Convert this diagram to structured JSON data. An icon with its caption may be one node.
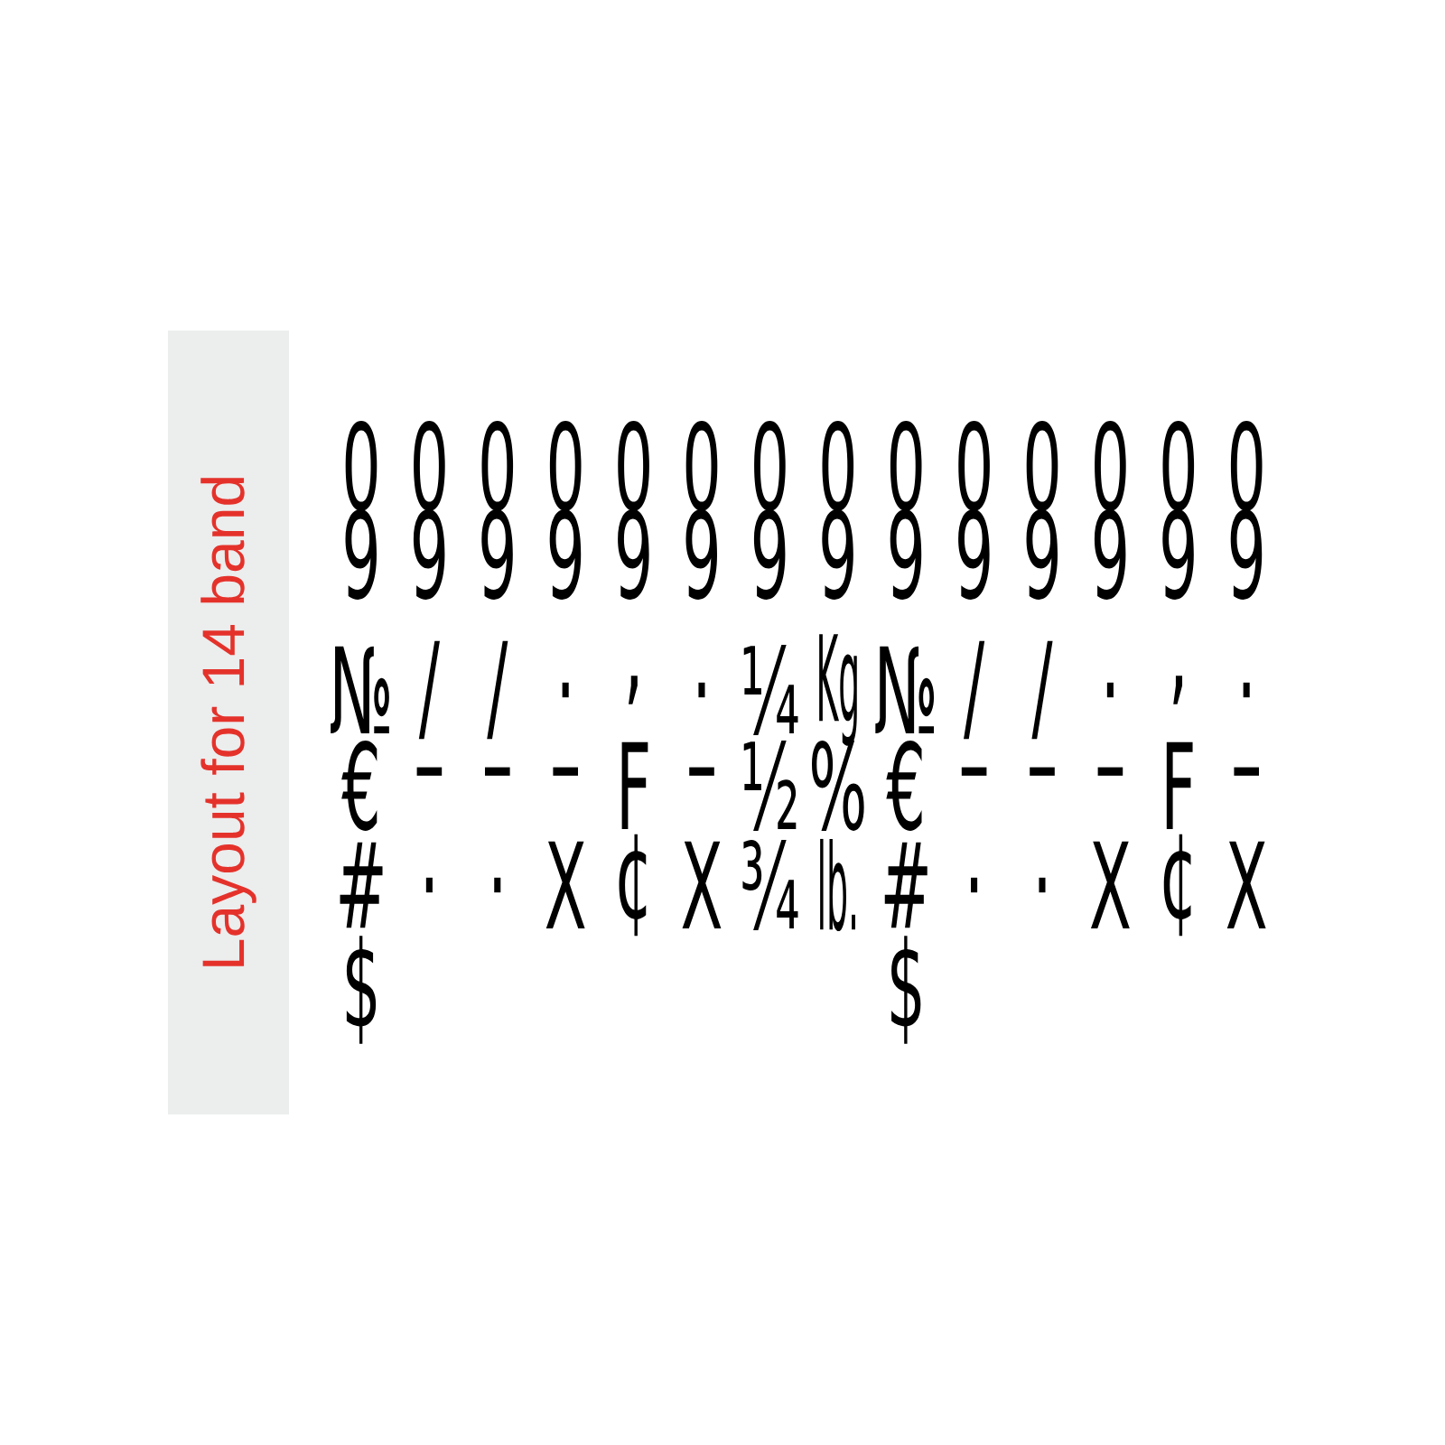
{
  "diagram": {
    "title": "Layout for 14 band",
    "labels": [
      "0",
      "0",
      "0",
      "0",
      "0",
      "0",
      "0",
      "0",
      "0",
      "0",
      "0",
      "0",
      "0",
      "0",
      "9",
      "9",
      "9",
      "9",
      "9",
      "9",
      "9",
      "9",
      "9",
      "9",
      "9",
      "9",
      "9",
      "9",
      "№",
      "/",
      "/",
      ".",
      ",",
      ".",
      "¼",
      "Kg",
      "№",
      "/",
      "/",
      ".",
      ",",
      ".",
      "€",
      "–",
      "–",
      "–",
      "F",
      "–",
      "½",
      "%",
      "€",
      "–",
      "–",
      "–",
      "F",
      "–",
      "#",
      ".",
      ".",
      "X",
      "¢",
      "X",
      "¾",
      "lb.",
      "#",
      ".",
      ".",
      "X",
      "¢",
      "X",
      "$",
      "$"
    ]
  }
}
